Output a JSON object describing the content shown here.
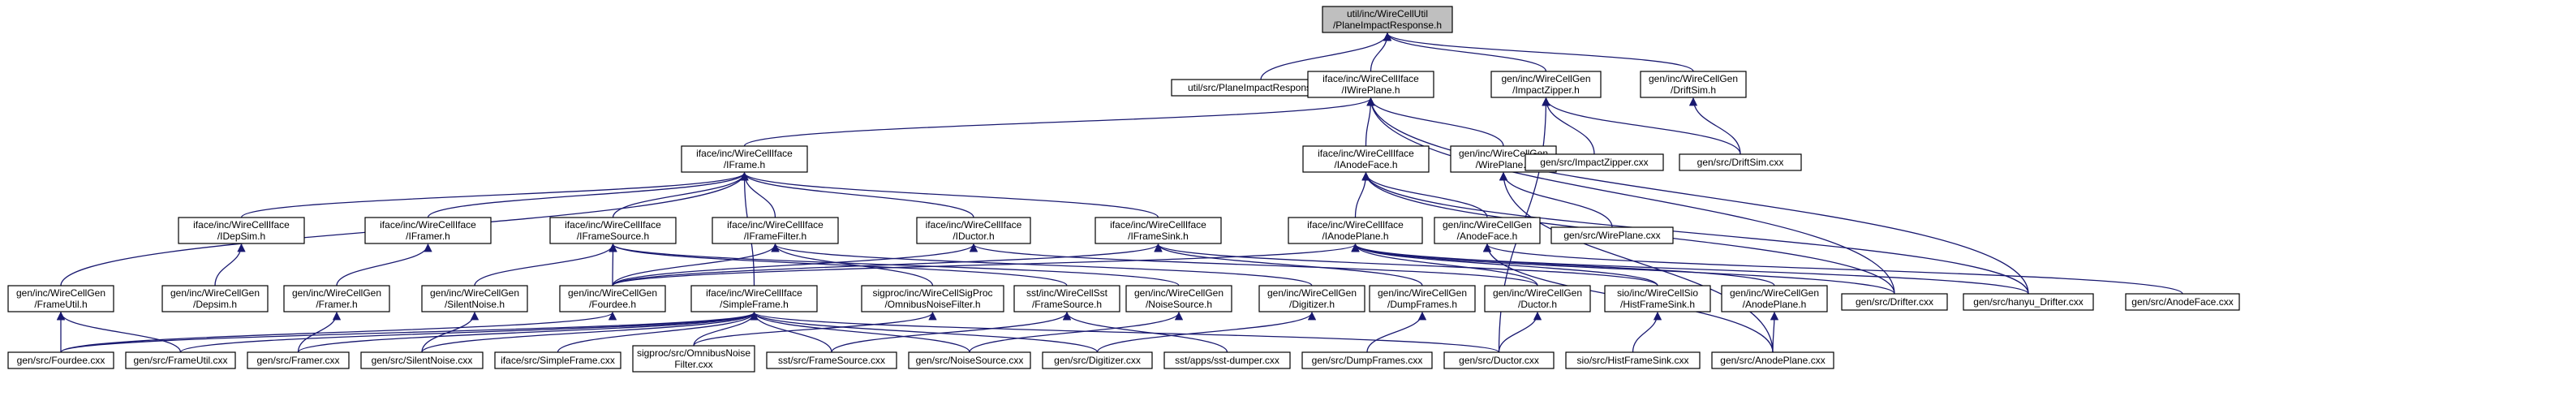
{
  "graph": {
    "title": "",
    "colors": {
      "edge": "#191970",
      "root_fill": "#bfbfbf",
      "node_fill": "#ffffff",
      "border": "#000000"
    },
    "nodes": [
      {
        "id": "root",
        "lines": [
          "util/inc/WireCellUtil",
          "/PlaneImpactResponse.h"
        ],
        "root": true
      },
      {
        "id": "util_pir_cxx",
        "lines": [
          "util/src/PlaneImpactResponse.cxx"
        ]
      },
      {
        "id": "iwireplane",
        "lines": [
          "iface/inc/WireCellIface",
          "/IWirePlane.h"
        ]
      },
      {
        "id": "impactzipper_h",
        "lines": [
          "gen/inc/WireCellGen",
          "/ImpactZipper.h"
        ]
      },
      {
        "id": "driftsim_h",
        "lines": [
          "gen/inc/WireCellGen",
          "/DriftSim.h"
        ]
      },
      {
        "id": "iframe",
        "lines": [
          "iface/inc/WireCellIface",
          "/IFrame.h"
        ]
      },
      {
        "id": "ianodeface",
        "lines": [
          "iface/inc/WireCellIface",
          "/IAnodeFace.h"
        ]
      },
      {
        "id": "wireplane_h",
        "lines": [
          "gen/inc/WireCellGen",
          "/WirePlane.h"
        ]
      },
      {
        "id": "impactzipper_cxx",
        "lines": [
          "gen/src/ImpactZipper.cxx"
        ]
      },
      {
        "id": "driftsim_cxx",
        "lines": [
          "gen/src/DriftSim.cxx"
        ]
      },
      {
        "id": "idepsim",
        "lines": [
          "iface/inc/WireCellIface",
          "/IDepSim.h"
        ]
      },
      {
        "id": "iframer",
        "lines": [
          "iface/inc/WireCellIface",
          "/IFramer.h"
        ]
      },
      {
        "id": "iframesource",
        "lines": [
          "iface/inc/WireCellIface",
          "/IFrameSource.h"
        ]
      },
      {
        "id": "iframefilter",
        "lines": [
          "iface/inc/WireCellIface",
          "/IFrameFilter.h"
        ]
      },
      {
        "id": "iductor",
        "lines": [
          "iface/inc/WireCellIface",
          "/IDuctor.h"
        ]
      },
      {
        "id": "iframesink",
        "lines": [
          "iface/inc/WireCellIface",
          "/IFrameSink.h"
        ]
      },
      {
        "id": "ianodeplane",
        "lines": [
          "iface/inc/WireCellIface",
          "/IAnodePlane.h"
        ]
      },
      {
        "id": "wireplane_cxx",
        "lines": [
          "gen/src/WirePlane.cxx"
        ]
      },
      {
        "id": "anodeface_h",
        "lines": [
          "gen/inc/WireCellGen",
          "/AnodeFace.h"
        ]
      },
      {
        "id": "frameutil_h",
        "lines": [
          "gen/inc/WireCellGen",
          "/FrameUtil.h"
        ]
      },
      {
        "id": "depsim_h",
        "lines": [
          "gen/inc/WireCellGen",
          "/Depsim.h"
        ]
      },
      {
        "id": "framer_h",
        "lines": [
          "gen/inc/WireCellGen",
          "/Framer.h"
        ]
      },
      {
        "id": "silentnoise_h",
        "lines": [
          "gen/inc/WireCellGen",
          "/SilentNoise.h"
        ]
      },
      {
        "id": "fourdee_h",
        "lines": [
          "gen/inc/WireCellGen",
          "/Fourdee.h"
        ]
      },
      {
        "id": "isimpleframe",
        "lines": [
          "iface/inc/WireCellIface",
          "/SimpleFrame.h"
        ]
      },
      {
        "id": "omnibus_h",
        "lines": [
          "sigproc/inc/WireCellSigProc",
          "/OmnibusNoiseFilter.h"
        ]
      },
      {
        "id": "sst_framesource_h",
        "lines": [
          "sst/inc/WireCellSst",
          "/FrameSource.h"
        ]
      },
      {
        "id": "noisesource_h",
        "lines": [
          "gen/inc/WireCellGen",
          "/NoiseSource.h"
        ]
      },
      {
        "id": "digitizer_h",
        "lines": [
          "gen/inc/WireCellGen",
          "/Digitizer.h"
        ]
      },
      {
        "id": "dumpframes_h",
        "lines": [
          "gen/inc/WireCellGen",
          "/DumpFrames.h"
        ]
      },
      {
        "id": "ductor_h",
        "lines": [
          "gen/inc/WireCellGen",
          "/Ductor.h"
        ]
      },
      {
        "id": "histframesink_h",
        "lines": [
          "sio/inc/WireCellSio",
          "/HistFrameSink.h"
        ]
      },
      {
        "id": "anodeplane_h",
        "lines": [
          "gen/inc/WireCellGen",
          "/AnodePlane.h"
        ]
      },
      {
        "id": "drifter_cxx",
        "lines": [
          "gen/src/Drifter.cxx"
        ]
      },
      {
        "id": "hanyu_cxx",
        "lines": [
          "gen/src/hanyu_Drifter.cxx"
        ]
      },
      {
        "id": "anodeface_cxx",
        "lines": [
          "gen/src/AnodeFace.cxx"
        ]
      },
      {
        "id": "fourdee_cxx",
        "lines": [
          "gen/src/Fourdee.cxx"
        ]
      },
      {
        "id": "frameutil_cxx",
        "lines": [
          "gen/src/FrameUtil.cxx"
        ]
      },
      {
        "id": "framer_cxx",
        "lines": [
          "gen/src/Framer.cxx"
        ]
      },
      {
        "id": "silentnoise_cxx",
        "lines": [
          "gen/src/SilentNoise.cxx"
        ]
      },
      {
        "id": "simpleframe_cxx",
        "lines": [
          "iface/src/SimpleFrame.cxx"
        ]
      },
      {
        "id": "omnibus_cxx",
        "lines": [
          "sigproc/src/OmnibusNoise",
          "Filter.cxx"
        ]
      },
      {
        "id": "sst_framesource_cxx",
        "lines": [
          "sst/src/FrameSource.cxx"
        ]
      },
      {
        "id": "noisesource_cxx",
        "lines": [
          "gen/src/NoiseSource.cxx"
        ]
      },
      {
        "id": "digitizer_cxx",
        "lines": [
          "gen/src/Digitizer.cxx"
        ]
      },
      {
        "id": "sst_dumper_cxx",
        "lines": [
          "sst/apps/sst-dumper.cxx"
        ]
      },
      {
        "id": "dumpframes_cxx",
        "lines": [
          "gen/src/DumpFrames.cxx"
        ]
      },
      {
        "id": "ductor_cxx",
        "lines": [
          "gen/src/Ductor.cxx"
        ]
      },
      {
        "id": "histframesink_cxx",
        "lines": [
          "sio/src/HistFrameSink.cxx"
        ]
      },
      {
        "id": "anodeplane_cxx",
        "lines": [
          "gen/src/AnodePlane.cxx"
        ]
      }
    ],
    "edges": [
      [
        "root",
        "util_pir_cxx"
      ],
      [
        "root",
        "iwireplane"
      ],
      [
        "root",
        "impactzipper_h"
      ],
      [
        "root",
        "driftsim_h"
      ],
      [
        "iwireplane",
        "iframe"
      ],
      [
        "iwireplane",
        "ianodeface"
      ],
      [
        "iwireplane",
        "wireplane_h"
      ],
      [
        "iwireplane",
        "drifter_cxx"
      ],
      [
        "iwireplane",
        "hanyu_cxx"
      ],
      [
        "impactzipper_h",
        "impactzipper_cxx"
      ],
      [
        "impactzipper_h",
        "driftsim_cxx"
      ],
      [
        "impactzipper_h",
        "ductor_cxx"
      ],
      [
        "driftsim_h",
        "driftsim_cxx"
      ],
      [
        "iframe",
        "frameutil_h"
      ],
      [
        "iframe",
        "idepsim"
      ],
      [
        "iframe",
        "iframer"
      ],
      [
        "iframe",
        "iframesource"
      ],
      [
        "iframe",
        "iframefilter"
      ],
      [
        "iframe",
        "iductor"
      ],
      [
        "iframe",
        "iframesink"
      ],
      [
        "iframe",
        "isimpleframe"
      ],
      [
        "ianodeface",
        "ianodeplane"
      ],
      [
        "ianodeface",
        "anodeface_h"
      ],
      [
        "ianodeface",
        "drifter_cxx"
      ],
      [
        "ianodeface",
        "hanyu_cxx"
      ],
      [
        "wireplane_h",
        "wireplane_cxx"
      ],
      [
        "wireplane_h",
        "anodeplane_cxx"
      ],
      [
        "idepsim",
        "depsim_h"
      ],
      [
        "iframer",
        "framer_h"
      ],
      [
        "iframesource",
        "silentnoise_h"
      ],
      [
        "iframesource",
        "fourdee_h"
      ],
      [
        "iframesource",
        "sst_framesource_h"
      ],
      [
        "iframesource",
        "noisesource_h"
      ],
      [
        "iframefilter",
        "fourdee_h"
      ],
      [
        "iframefilter",
        "omnibus_h"
      ],
      [
        "iframefilter",
        "digitizer_h"
      ],
      [
        "iductor",
        "fourdee_h"
      ],
      [
        "iductor",
        "ductor_h"
      ],
      [
        "iframesink",
        "fourdee_h"
      ],
      [
        "iframesink",
        "dumpframes_h"
      ],
      [
        "iframesink",
        "histframesink_h"
      ],
      [
        "ianodeplane",
        "fourdee_h"
      ],
      [
        "ianodeplane",
        "ductor_h"
      ],
      [
        "ianodeplane",
        "histframesink_h"
      ],
      [
        "ianodeplane",
        "anodeplane_h"
      ],
      [
        "ianodeplane",
        "drifter_cxx"
      ],
      [
        "ianodeplane",
        "hanyu_cxx"
      ],
      [
        "anodeface_h",
        "anodeface_cxx"
      ],
      [
        "anodeface_h",
        "anodeplane_cxx"
      ],
      [
        "frameutil_h",
        "fourdee_cxx"
      ],
      [
        "frameutil_h",
        "frameutil_cxx"
      ],
      [
        "framer_h",
        "framer_cxx"
      ],
      [
        "silentnoise_h",
        "silentnoise_cxx"
      ],
      [
        "fourdee_h",
        "fourdee_cxx"
      ],
      [
        "isimpleframe",
        "fourdee_cxx"
      ],
      [
        "isimpleframe",
        "frameutil_cxx"
      ],
      [
        "isimpleframe",
        "framer_cxx"
      ],
      [
        "isimpleframe",
        "silentnoise_cxx"
      ],
      [
        "isimpleframe",
        "simpleframe_cxx"
      ],
      [
        "isimpleframe",
        "omnibus_cxx"
      ],
      [
        "isimpleframe",
        "sst_framesource_cxx"
      ],
      [
        "isimpleframe",
        "noisesource_cxx"
      ],
      [
        "isimpleframe",
        "digitizer_cxx"
      ],
      [
        "isimpleframe",
        "ductor_cxx"
      ],
      [
        "omnibus_h",
        "omnibus_cxx"
      ],
      [
        "sst_framesource_h",
        "sst_framesource_cxx"
      ],
      [
        "sst_framesource_h",
        "sst_dumper_cxx"
      ],
      [
        "noisesource_h",
        "noisesource_cxx"
      ],
      [
        "digitizer_h",
        "digitizer_cxx"
      ],
      [
        "dumpframes_h",
        "dumpframes_cxx"
      ],
      [
        "ductor_h",
        "ductor_cxx"
      ],
      [
        "histframesink_h",
        "histframesink_cxx"
      ],
      [
        "anodeplane_h",
        "anodeplane_cxx"
      ]
    ]
  }
}
